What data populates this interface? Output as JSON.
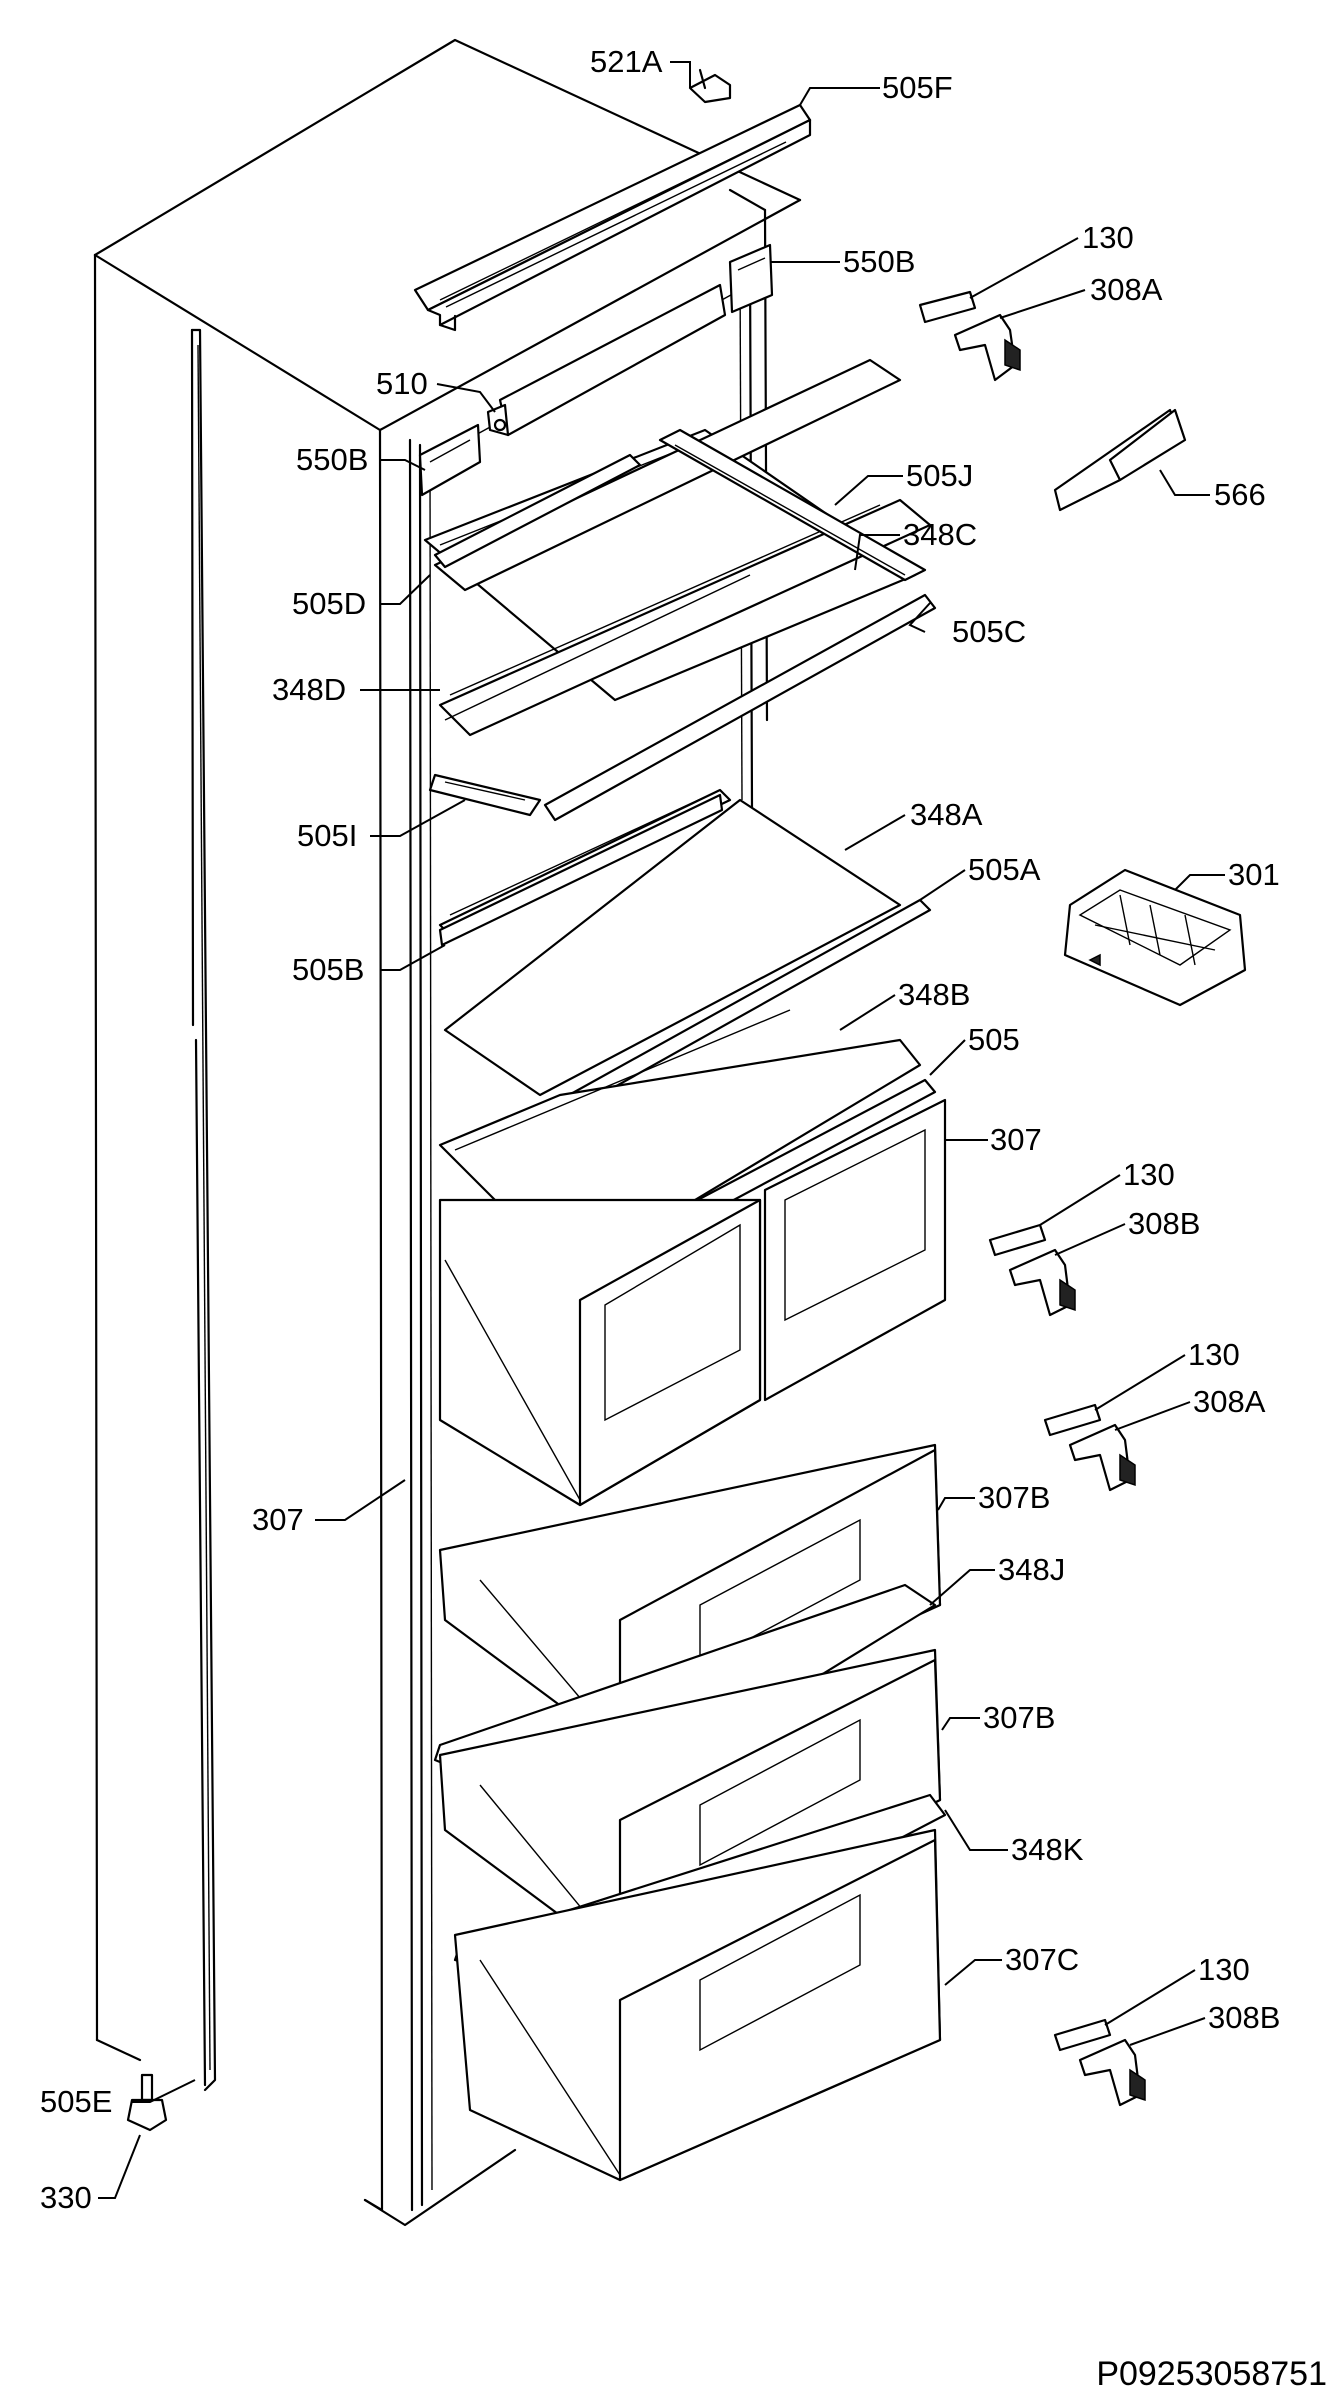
{
  "diagram": {
    "reference_code": "P09253058751",
    "labels": [
      {
        "id": "l521a",
        "text": "521A"
      },
      {
        "id": "l505f",
        "text": "505F"
      },
      {
        "id": "l550b_top",
        "text": "550B"
      },
      {
        "id": "l130_1",
        "text": "130"
      },
      {
        "id": "l308a_1",
        "text": "308A"
      },
      {
        "id": "l510",
        "text": "510"
      },
      {
        "id": "l550b_left",
        "text": "550B"
      },
      {
        "id": "l505j",
        "text": "505J"
      },
      {
        "id": "l566",
        "text": "566"
      },
      {
        "id": "l348c",
        "text": "348C"
      },
      {
        "id": "l505d",
        "text": "505D"
      },
      {
        "id": "l505c",
        "text": "505C"
      },
      {
        "id": "l348d",
        "text": "348D"
      },
      {
        "id": "l505i",
        "text": "505I"
      },
      {
        "id": "l348a",
        "text": "348A"
      },
      {
        "id": "l505a",
        "text": "505A"
      },
      {
        "id": "l301",
        "text": "301"
      },
      {
        "id": "l505b",
        "text": "505B"
      },
      {
        "id": "l348b",
        "text": "348B"
      },
      {
        "id": "l505",
        "text": "505"
      },
      {
        "id": "l307_r",
        "text": "307"
      },
      {
        "id": "l130_2",
        "text": "130"
      },
      {
        "id": "l308b_1",
        "text": "308B"
      },
      {
        "id": "l130_3",
        "text": "130"
      },
      {
        "id": "l308a_2",
        "text": "308A"
      },
      {
        "id": "l307_l",
        "text": "307"
      },
      {
        "id": "l307b_1",
        "text": "307B"
      },
      {
        "id": "l348j",
        "text": "348J"
      },
      {
        "id": "l307b_2",
        "text": "307B"
      },
      {
        "id": "l348k",
        "text": "348K"
      },
      {
        "id": "l307c",
        "text": "307C"
      },
      {
        "id": "l130_4",
        "text": "130"
      },
      {
        "id": "l308b_2",
        "text": "308B"
      },
      {
        "id": "l505e",
        "text": "505E"
      },
      {
        "id": "l330",
        "text": "330"
      }
    ]
  }
}
